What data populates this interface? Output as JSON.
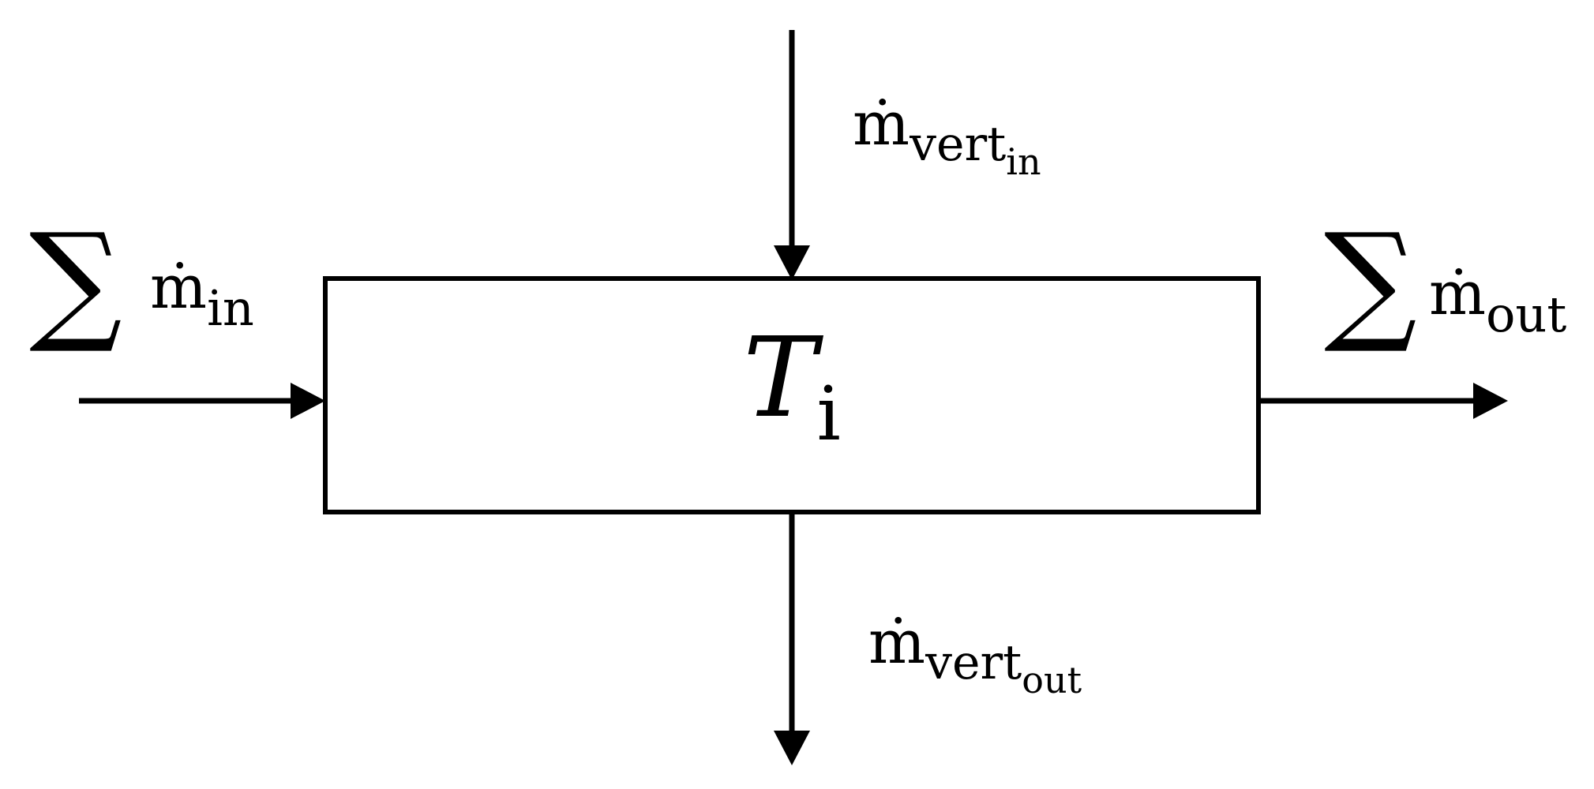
{
  "diagram": {
    "type": "control-volume mass balance",
    "colors": {
      "line": "#000000",
      "background": "#ffffff"
    },
    "node": {
      "main": "T",
      "sub": "i"
    },
    "flows": {
      "left": {
        "sigma": "∑",
        "main": "ṁ",
        "sub": "in"
      },
      "right": {
        "sigma": "∑",
        "main": "ṁ",
        "sub": "out"
      },
      "top": {
        "main": "ṁ",
        "sub": "vert",
        "subsub": "in"
      },
      "bottom": {
        "main": "ṁ",
        "sub": "vert",
        "subsub": "out"
      }
    }
  }
}
